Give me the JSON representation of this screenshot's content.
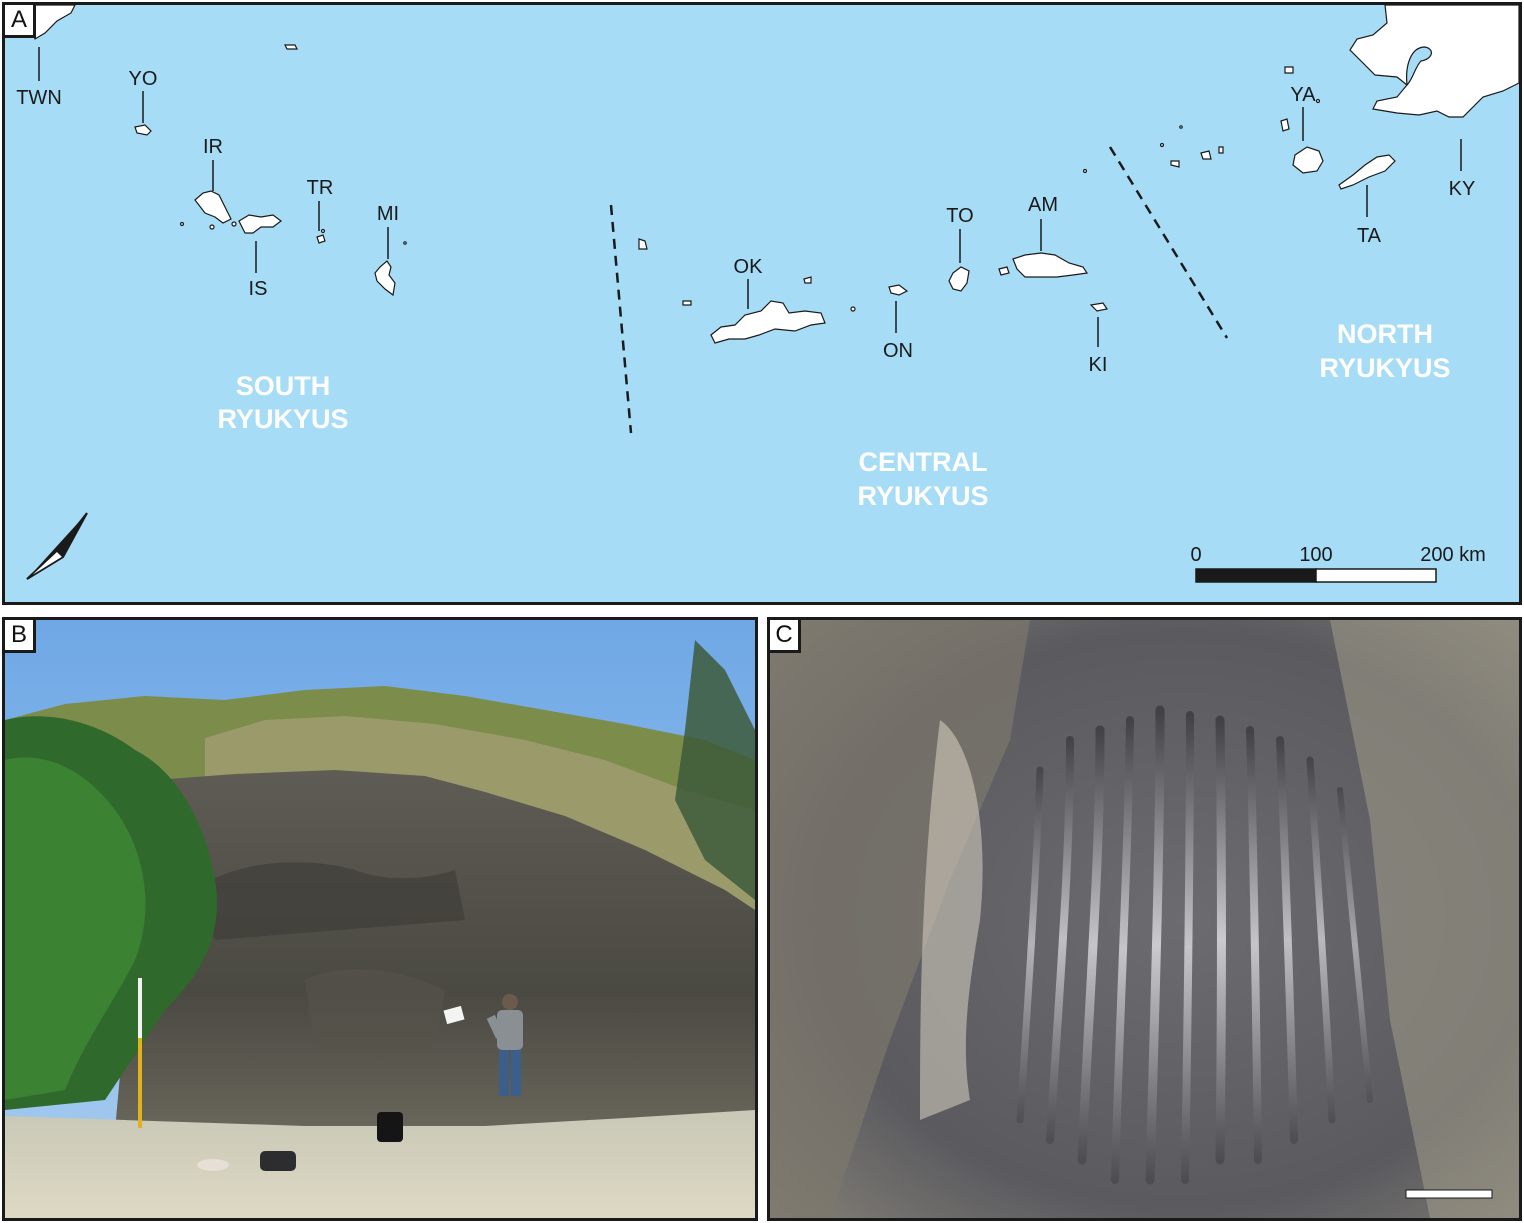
{
  "panels": {
    "a": {
      "letter": "A"
    },
    "b": {
      "letter": "B"
    },
    "c": {
      "letter": "C"
    }
  },
  "map": {
    "island_labels": [
      "TWN",
      "YO",
      "IR",
      "IS",
      "TR",
      "MI",
      "OK",
      "ON",
      "TO",
      "AM",
      "KI",
      "YA",
      "TA",
      "KY"
    ],
    "regions": {
      "south": [
        "SOUTH",
        "RYUKYUS"
      ],
      "central": [
        "CENTRAL",
        "RYUKYUS"
      ],
      "north": [
        "NORTH",
        "RYUKYUS"
      ]
    },
    "scale_bar": {
      "ticks": [
        "0",
        "100",
        "200 km"
      ]
    },
    "north_arrow_icon": "north-arrow-icon",
    "colors": {
      "sea": "#a6dcf5",
      "land": "#ffffff",
      "region_text": "#ffffff"
    }
  },
  "photos": {
    "b_subject": "outcrop-photo",
    "c_subject": "coral-closeup-photo"
  }
}
